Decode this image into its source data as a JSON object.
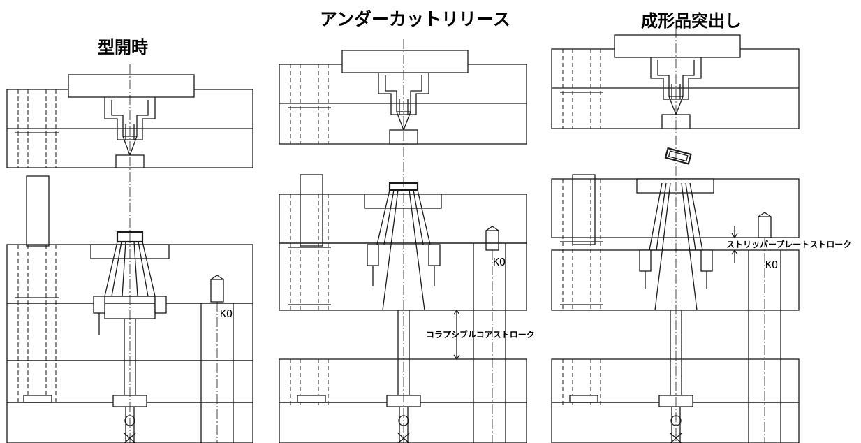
{
  "panels": [
    {
      "title": "型開時",
      "ko_label": "KO"
    },
    {
      "title": "アンダーカットリリース",
      "ko_label": "KO",
      "stroke_label": "コラプシブルコアストローク"
    },
    {
      "title": "成形品突出し",
      "ko_label": "KO",
      "stroke_label": "ストリッパープレートストローク"
    }
  ]
}
